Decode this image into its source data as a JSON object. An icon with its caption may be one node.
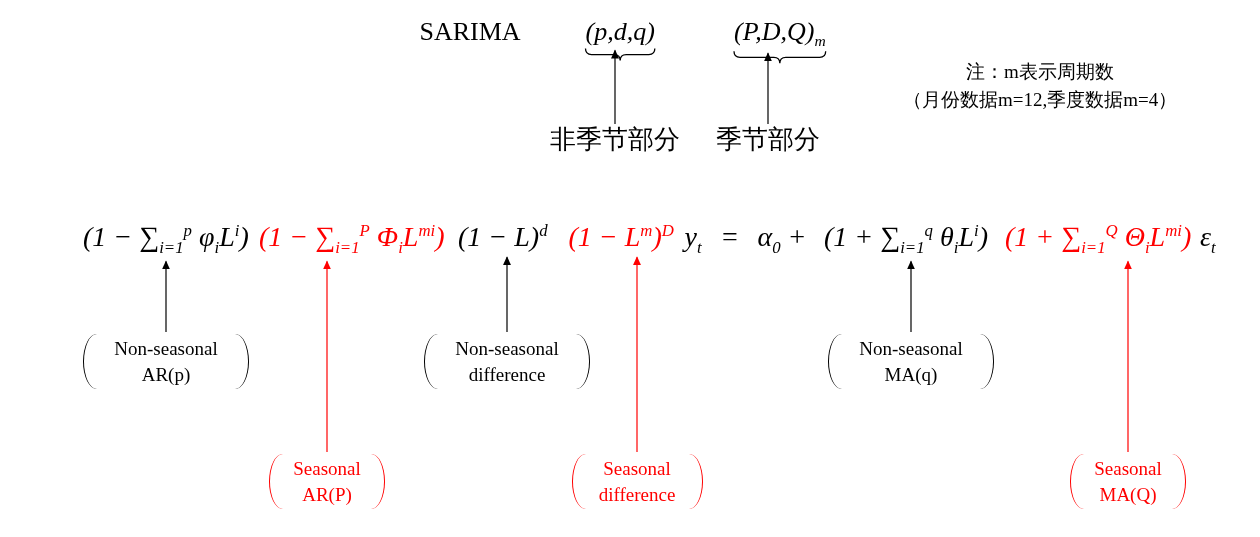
{
  "diagram": {
    "nodes": [
      {
        "text": [
          "(p,d,q)"
        ]
      },
      {
        "text": [
          "(P,D,Q)$_{m}$"
        ]
      },
      {
        "text": [
          "非季节部分"
        ]
      },
      {
        "text": [
          "季节部分"
        ]
      },
      {
        "text": [
          "(1 − ∑$_{i=1}$$^{p}$ φ$_{i}$L$^{i}$)"
        ]
      },
      {
        "text": [
          "(1 − ∑$_{i=1}$$^{P}$ Φ$_{i}$L$^{mi}$)"
        ]
      },
      {
        "text": [
          "(1 − L)$^{d}$"
        ]
      },
      {
        "text": [
          "(1 − L$^{m}$)$^{D}$"
        ]
      },
      {
        "text": [
          "(1 + ∑$_{i=1}$$^{q}$ θ$_{i}$L$^{i}$)"
        ]
      },
      {
        "text": [
          "(1 + ∑$_{i=1}$$^{Q}$ Θ$_{i}$L$^{mi}$)"
        ]
      },
      {
        "text": [
          "Non-seasonal AR(p)"
        ]
      },
      {
        "text": [
          "Seasonal AR(P)"
        ]
      },
      {
        "text": [
          "Non-seasonal difference"
        ]
      },
      {
        "text": [
          "Seasonal difference"
        ]
      },
      {
        "text": [
          "Non-seasonal MA(q)"
        ]
      },
      {
        "text": [
          "Seasonal MA(Q)"
        ]
      }
    ],
    "edges": [
      {
        "from": 2,
        "to": 0,
        "arrow": "to"
      },
      {
        "from": 3,
        "to": 1,
        "arrow": "to"
      },
      {
        "from": 10,
        "to": 4,
        "arrow": "to"
      },
      {
        "from": 11,
        "to": 5,
        "arrow": "to",
        "color": "#ff0000"
      },
      {
        "from": 12,
        "to": 6,
        "arrow": "to"
      },
      {
        "from": 13,
        "to": 7,
        "arrow": "to",
        "color": "#ff0000"
      },
      {
        "from": 14,
        "to": 8,
        "arrow": "to"
      },
      {
        "from": 15,
        "to": 9,
        "arrow": "to",
        "color": "#ff0000"
      }
    ],
    "labels": [
      "SARIMA",
      "注：m表示周期数",
      "（月份数据m=12,季度数据m=4）",
      "y$_{t}$",
      "=",
      "α$_{0}$ +",
      "ε$_{t}$"
    ]
  }
}
